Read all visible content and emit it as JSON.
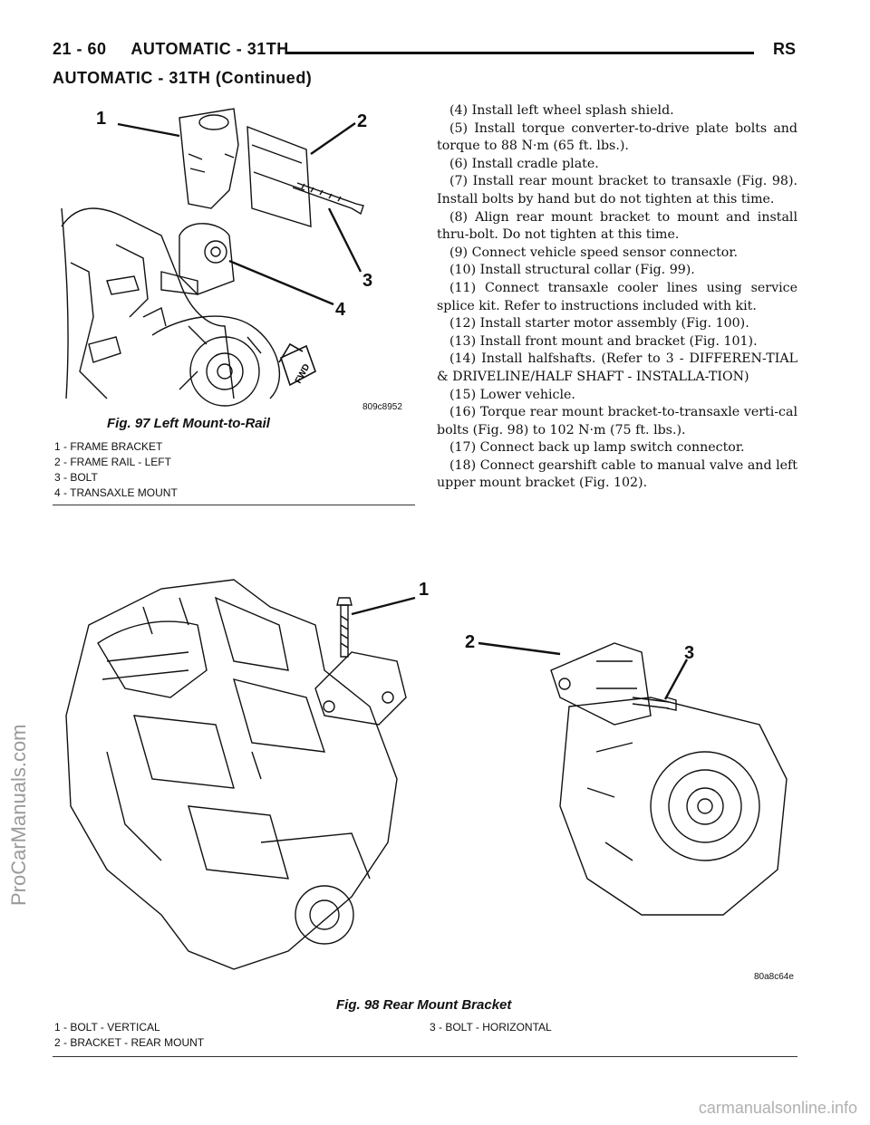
{
  "header": {
    "left": "21 - 60     AUTOMATIC - 31TH",
    "right": "RS"
  },
  "section_title": "AUTOMATIC - 31TH (Continued)",
  "fig97": {
    "caption": "Fig. 97 Left Mount-to-Rail",
    "code": "809c8952",
    "callouts": [
      "1",
      "2",
      "3",
      "4"
    ],
    "fwd_label": "FWD",
    "legend": [
      "1 - FRAME BRACKET",
      "2 - FRAME RAIL - LEFT",
      "3 - BOLT",
      "4 - TRANSAXLE MOUNT"
    ]
  },
  "steps": [
    "(4) Install left wheel splash shield.",
    "(5) Install torque converter-to-drive plate bolts and torque to 88 N·m (65 ft. lbs.).",
    "(6) Install cradle plate.",
    "(7) Install rear mount bracket to transaxle (Fig. 98). Install bolts by hand but do not tighten at this time.",
    "(8) Align rear mount bracket to mount and install thru-bolt. Do not tighten at this time.",
    "(9) Connect vehicle speed sensor connector.",
    "(10) Install structural collar (Fig. 99).",
    "(11) Connect transaxle cooler lines using service splice kit. Refer to instructions included with kit.",
    "(12) Install starter motor assembly (Fig. 100).",
    "(13) Install front mount and bracket (Fig. 101).",
    "(14) Install halfshafts. (Refer to 3 - DIFFEREN-TIAL & DRIVELINE/HALF SHAFT - INSTALLA-TION)",
    "(15) Lower vehicle.",
    "(16) Torque rear mount bracket-to-transaxle verti-cal bolts (Fig. 98) to 102 N·m (75 ft. lbs.).",
    "(17) Connect back up lamp switch connector.",
    "(18) Connect gearshift cable to manual valve and left upper mount bracket (Fig. 102)."
  ],
  "fig98": {
    "caption": "Fig. 98 Rear Mount Bracket",
    "code": "80a8c64e",
    "callouts": [
      "1",
      "2",
      "3"
    ],
    "legend_left": [
      "1 - BOLT - VERTICAL",
      "2 - BRACKET - REAR MOUNT"
    ],
    "legend_right": [
      "3 - BOLT - HORIZONTAL"
    ]
  },
  "watermarks": {
    "side": "ProCarManuals.com",
    "bottom": "carmanualsonline.info"
  }
}
